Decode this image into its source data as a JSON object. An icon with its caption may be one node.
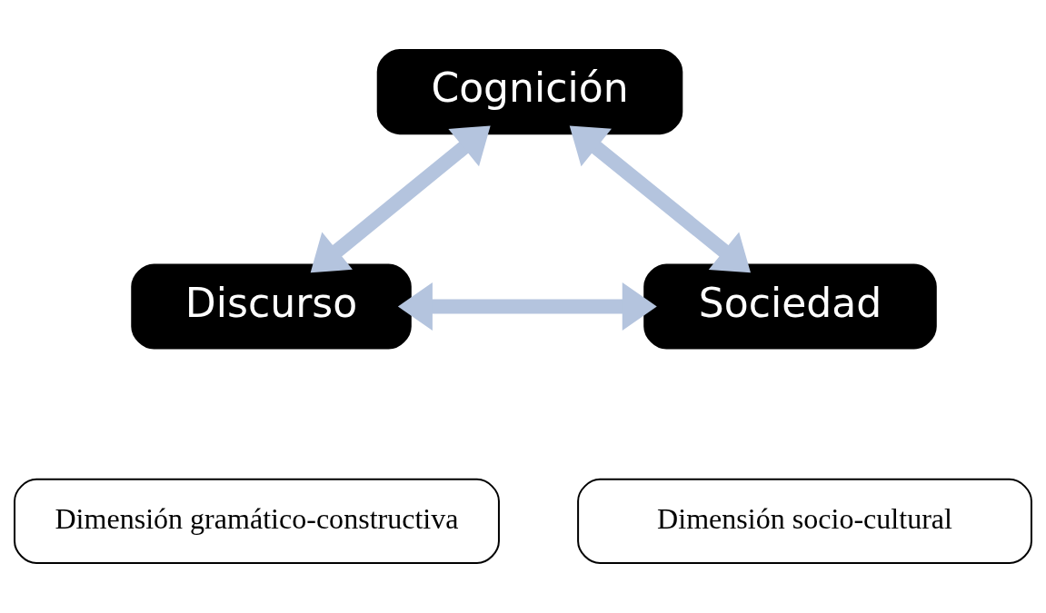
{
  "diagram": {
    "nodes": [
      {
        "text": [
          "Cognición"
        ]
      },
      {
        "text": [
          "Discurso"
        ]
      },
      {
        "text": [
          "Sociedad"
        ]
      },
      {
        "text": [
          "Dimensión gramático-constructiva"
        ]
      },
      {
        "text": [
          "Dimensión socio-cultural"
        ]
      }
    ],
    "edges": [
      {
        "from": 0,
        "to": 1,
        "arrow": "both"
      },
      {
        "from": 0,
        "to": 2,
        "arrow": "both"
      },
      {
        "from": 1,
        "to": 2,
        "arrow": "both"
      }
    ]
  }
}
